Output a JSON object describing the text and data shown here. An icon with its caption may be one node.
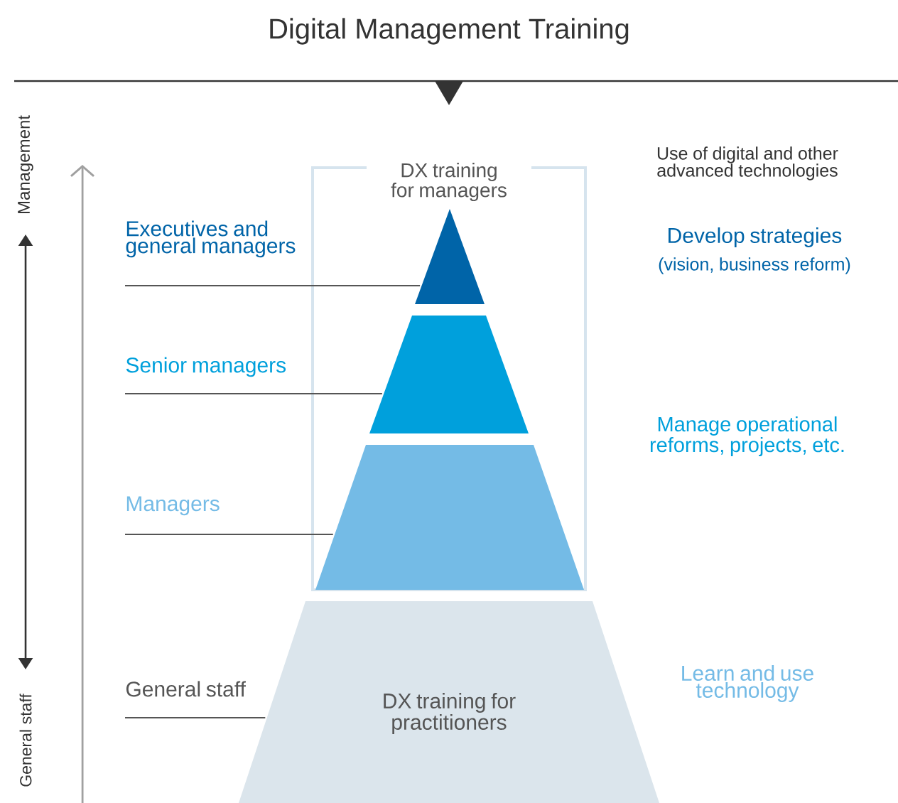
{
  "diagram": {
    "title": "Digital Management Training",
    "nodes": [
      {
        "text": [
          "DX training for managers"
        ]
      },
      {
        "text": [
          "Executives and general managers"
        ]
      },
      {
        "text": [],
        "shape": "triangle",
        "in": 0
      },
      {
        "text": [
          "Senior managers"
        ]
      },
      {
        "text": [],
        "shape": "trapezoid",
        "in": 0
      },
      {
        "text": [
          "Managers"
        ]
      },
      {
        "text": [],
        "shape": "trapezoid",
        "in": 0
      },
      {
        "text": [
          "General staff"
        ]
      },
      {
        "text": [
          "DX training for practitioners"
        ]
      }
    ],
    "edges": [
      {
        "from": 1,
        "to": 2,
        "arrow": "none"
      },
      {
        "from": 3,
        "to": 4,
        "arrow": "none"
      },
      {
        "from": 5,
        "to": 6,
        "arrow": "none"
      },
      {
        "from": 7,
        "to": 8,
        "arrow": "none"
      }
    ],
    "labels": [
      "Management",
      "General staff",
      "Use of digital and other advanced technologies",
      "Develop strategies",
      "(vision, business reform)",
      "Manage operational reforms, projects, etc.",
      "Learn and use technology"
    ]
  }
}
